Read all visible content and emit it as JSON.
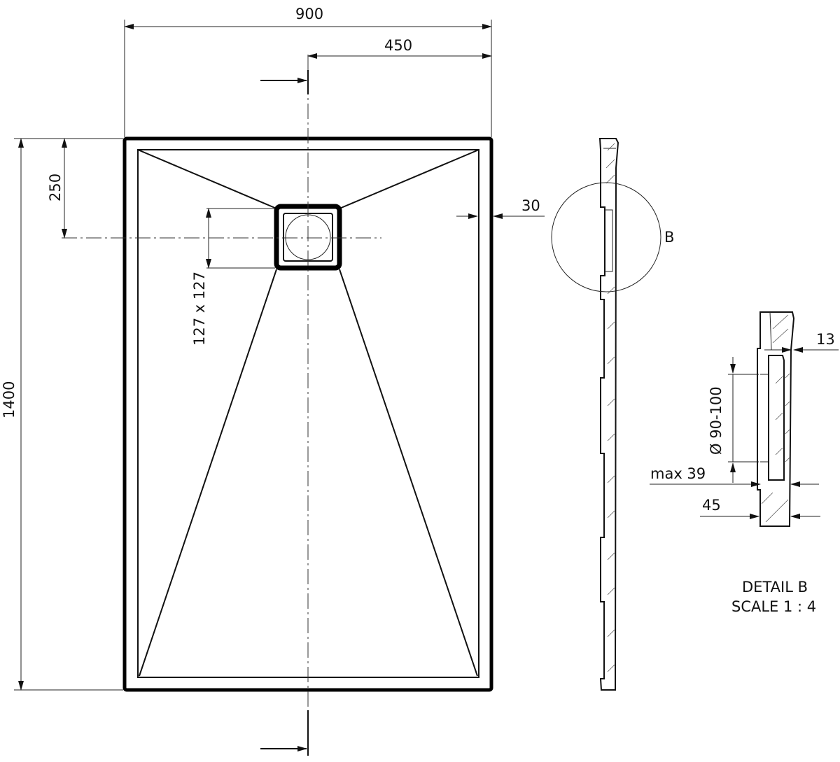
{
  "drawing": {
    "dimensions": {
      "overall_width": "900",
      "half_width": "450",
      "overall_length": "1400",
      "drain_offset": "250",
      "rim_width": "30",
      "drain_size": "127 x 127"
    },
    "detail": {
      "marker": "B",
      "dim_13": "13",
      "outlet_diameter": "Ø 90-100",
      "max_height": "max 39",
      "thickness": "45",
      "title": "DETAIL B",
      "scale": "SCALE 1 : 4"
    },
    "colors": {
      "line": "#000000",
      "background": "#ffffff"
    }
  }
}
